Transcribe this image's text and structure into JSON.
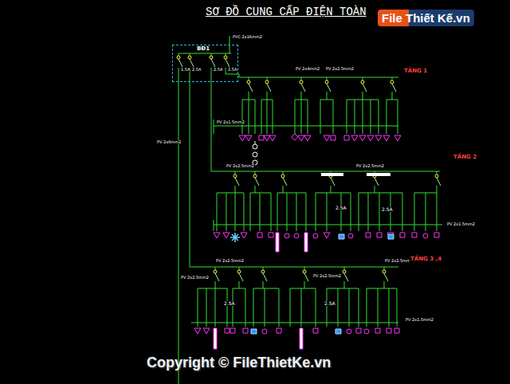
{
  "diagram": {
    "title": "SƠ ĐỒ CUNG CẤP ĐIỆN TOÀN",
    "nodes": [
      {
        "text": [
          "BĐ1",
          "1.5A",
          "2.5A",
          "2.5A",
          "2.5A"
        ]
      }
    ],
    "labels": [
      "PVC 2x16mm2",
      "PV 2x6mm2",
      "PV 2x4mm2",
      "PV 2x2.5mm2",
      "TẦNG 1",
      "PV 2x1.5mm2",
      "PV 2x2.5mm2",
      "PV 2x2.5mm2",
      "TẦNG 2",
      "2.5A",
      "2.5A",
      "PV 2x1.5mm2",
      "PV 2x2.5mm2",
      "PV 2x2.5mm2",
      "PV 2x2.5mm2",
      "PV 2x2.5mm2",
      "TẦNG 3 ,4",
      "2.5A",
      "2.5A",
      "PV 2x1.5mm2",
      "File Thiết Kế.vn",
      "Copyright © FileThietKe.vn"
    ]
  }
}
